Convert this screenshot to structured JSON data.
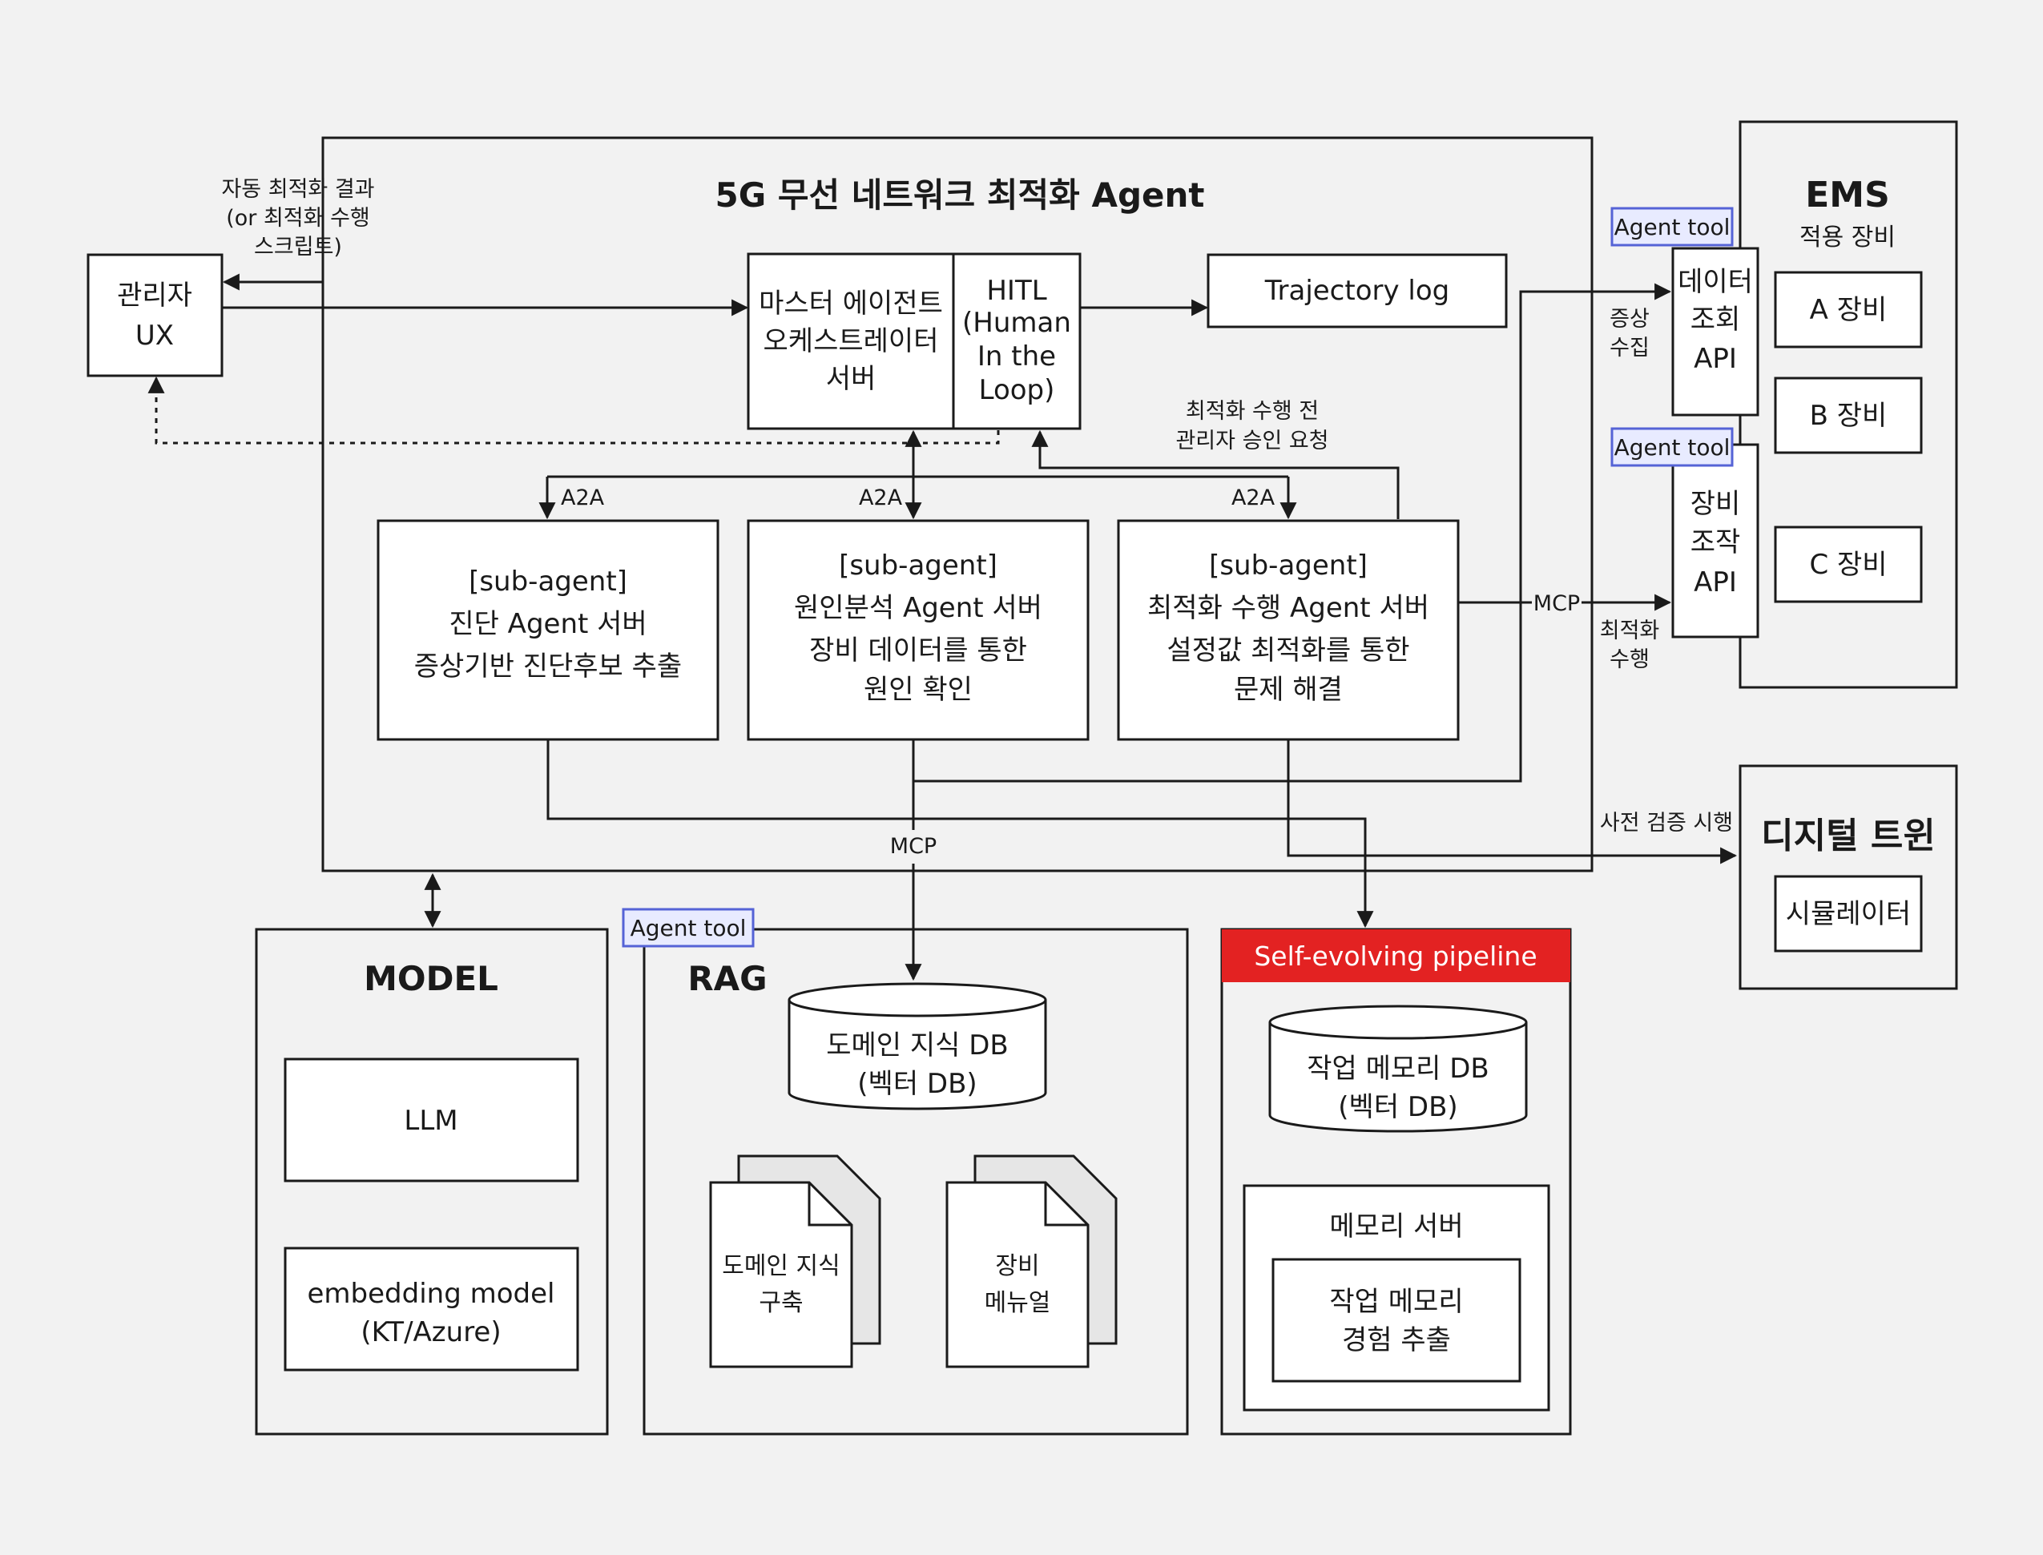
{
  "title": "5G 무선 네트워크 최적화 Agent",
  "admin_ux": {
    "line1": "관리자",
    "line2": "UX"
  },
  "admin_result_note": [
    "자동 최적화 결과",
    "(or 최적화 수행",
    "스크립트)"
  ],
  "master": {
    "line1": "마스터 에이전트",
    "line2": "오케스트레이터",
    "line3": "서버"
  },
  "hitl": {
    "line1": "HITL",
    "line2": "(Human",
    "line3": "In the",
    "line4": "Loop)"
  },
  "trajectory": "Trajectory log",
  "approval_note": [
    "최적화 수행 전",
    "관리자 승인 요청"
  ],
  "a2a": "A2A",
  "mcp": "MCP",
  "sub_agents": [
    {
      "line1": "[sub-agent]",
      "line2": "진단 Agent 서버",
      "line3": "증상기반 진단후보 추출"
    },
    {
      "line1": "[sub-agent]",
      "line2": "원인분석 Agent 서버",
      "line3": "장비 데이터를 통한",
      "line4": "원인 확인"
    },
    {
      "line1": "[sub-agent]",
      "line2": "최적화 수행 Agent 서버",
      "line3": "설정값 최적화를 통한",
      "line4": "문제 해결"
    }
  ],
  "agent_tool": "Agent tool",
  "data_api": [
    "데이터",
    "조회",
    "API"
  ],
  "ctrl_api": [
    "장비",
    "조작",
    "API"
  ],
  "symptom_collect": [
    "증상",
    "수집"
  ],
  "optimize_exec": [
    "최적화",
    "수행"
  ],
  "ems": {
    "title": "EMS",
    "subtitle": "적용 장비",
    "devices": [
      "A 장비",
      "B 장비",
      "C 장비"
    ]
  },
  "digital_twin": {
    "title": "디지털 트윈",
    "simulator": "시뮬레이터",
    "pre_verify": "사전 검증 시행"
  },
  "model": {
    "title": "MODEL",
    "llm": "LLM",
    "embedding1": "embedding model",
    "embedding2": "(KT/Azure)"
  },
  "rag": {
    "title": "RAG",
    "db1": "도메인 지식 DB",
    "db2": "(벡터 DB)",
    "doc1": [
      "도메인 지식",
      "구축"
    ],
    "doc2": [
      "장비",
      "메뉴얼"
    ]
  },
  "pipeline": {
    "title": "Self-evolving pipeline",
    "db1": "작업 메모리 DB",
    "db2": "(벡터 DB)",
    "server": "메모리 서버",
    "extract1": "작업 메모리",
    "extract2": "경험 추출"
  },
  "colors": {
    "pipeline_header": "#e32222",
    "tag_fill": "#e8ebff",
    "tag_border": "#5563d6",
    "background": "#f2f2f2"
  }
}
